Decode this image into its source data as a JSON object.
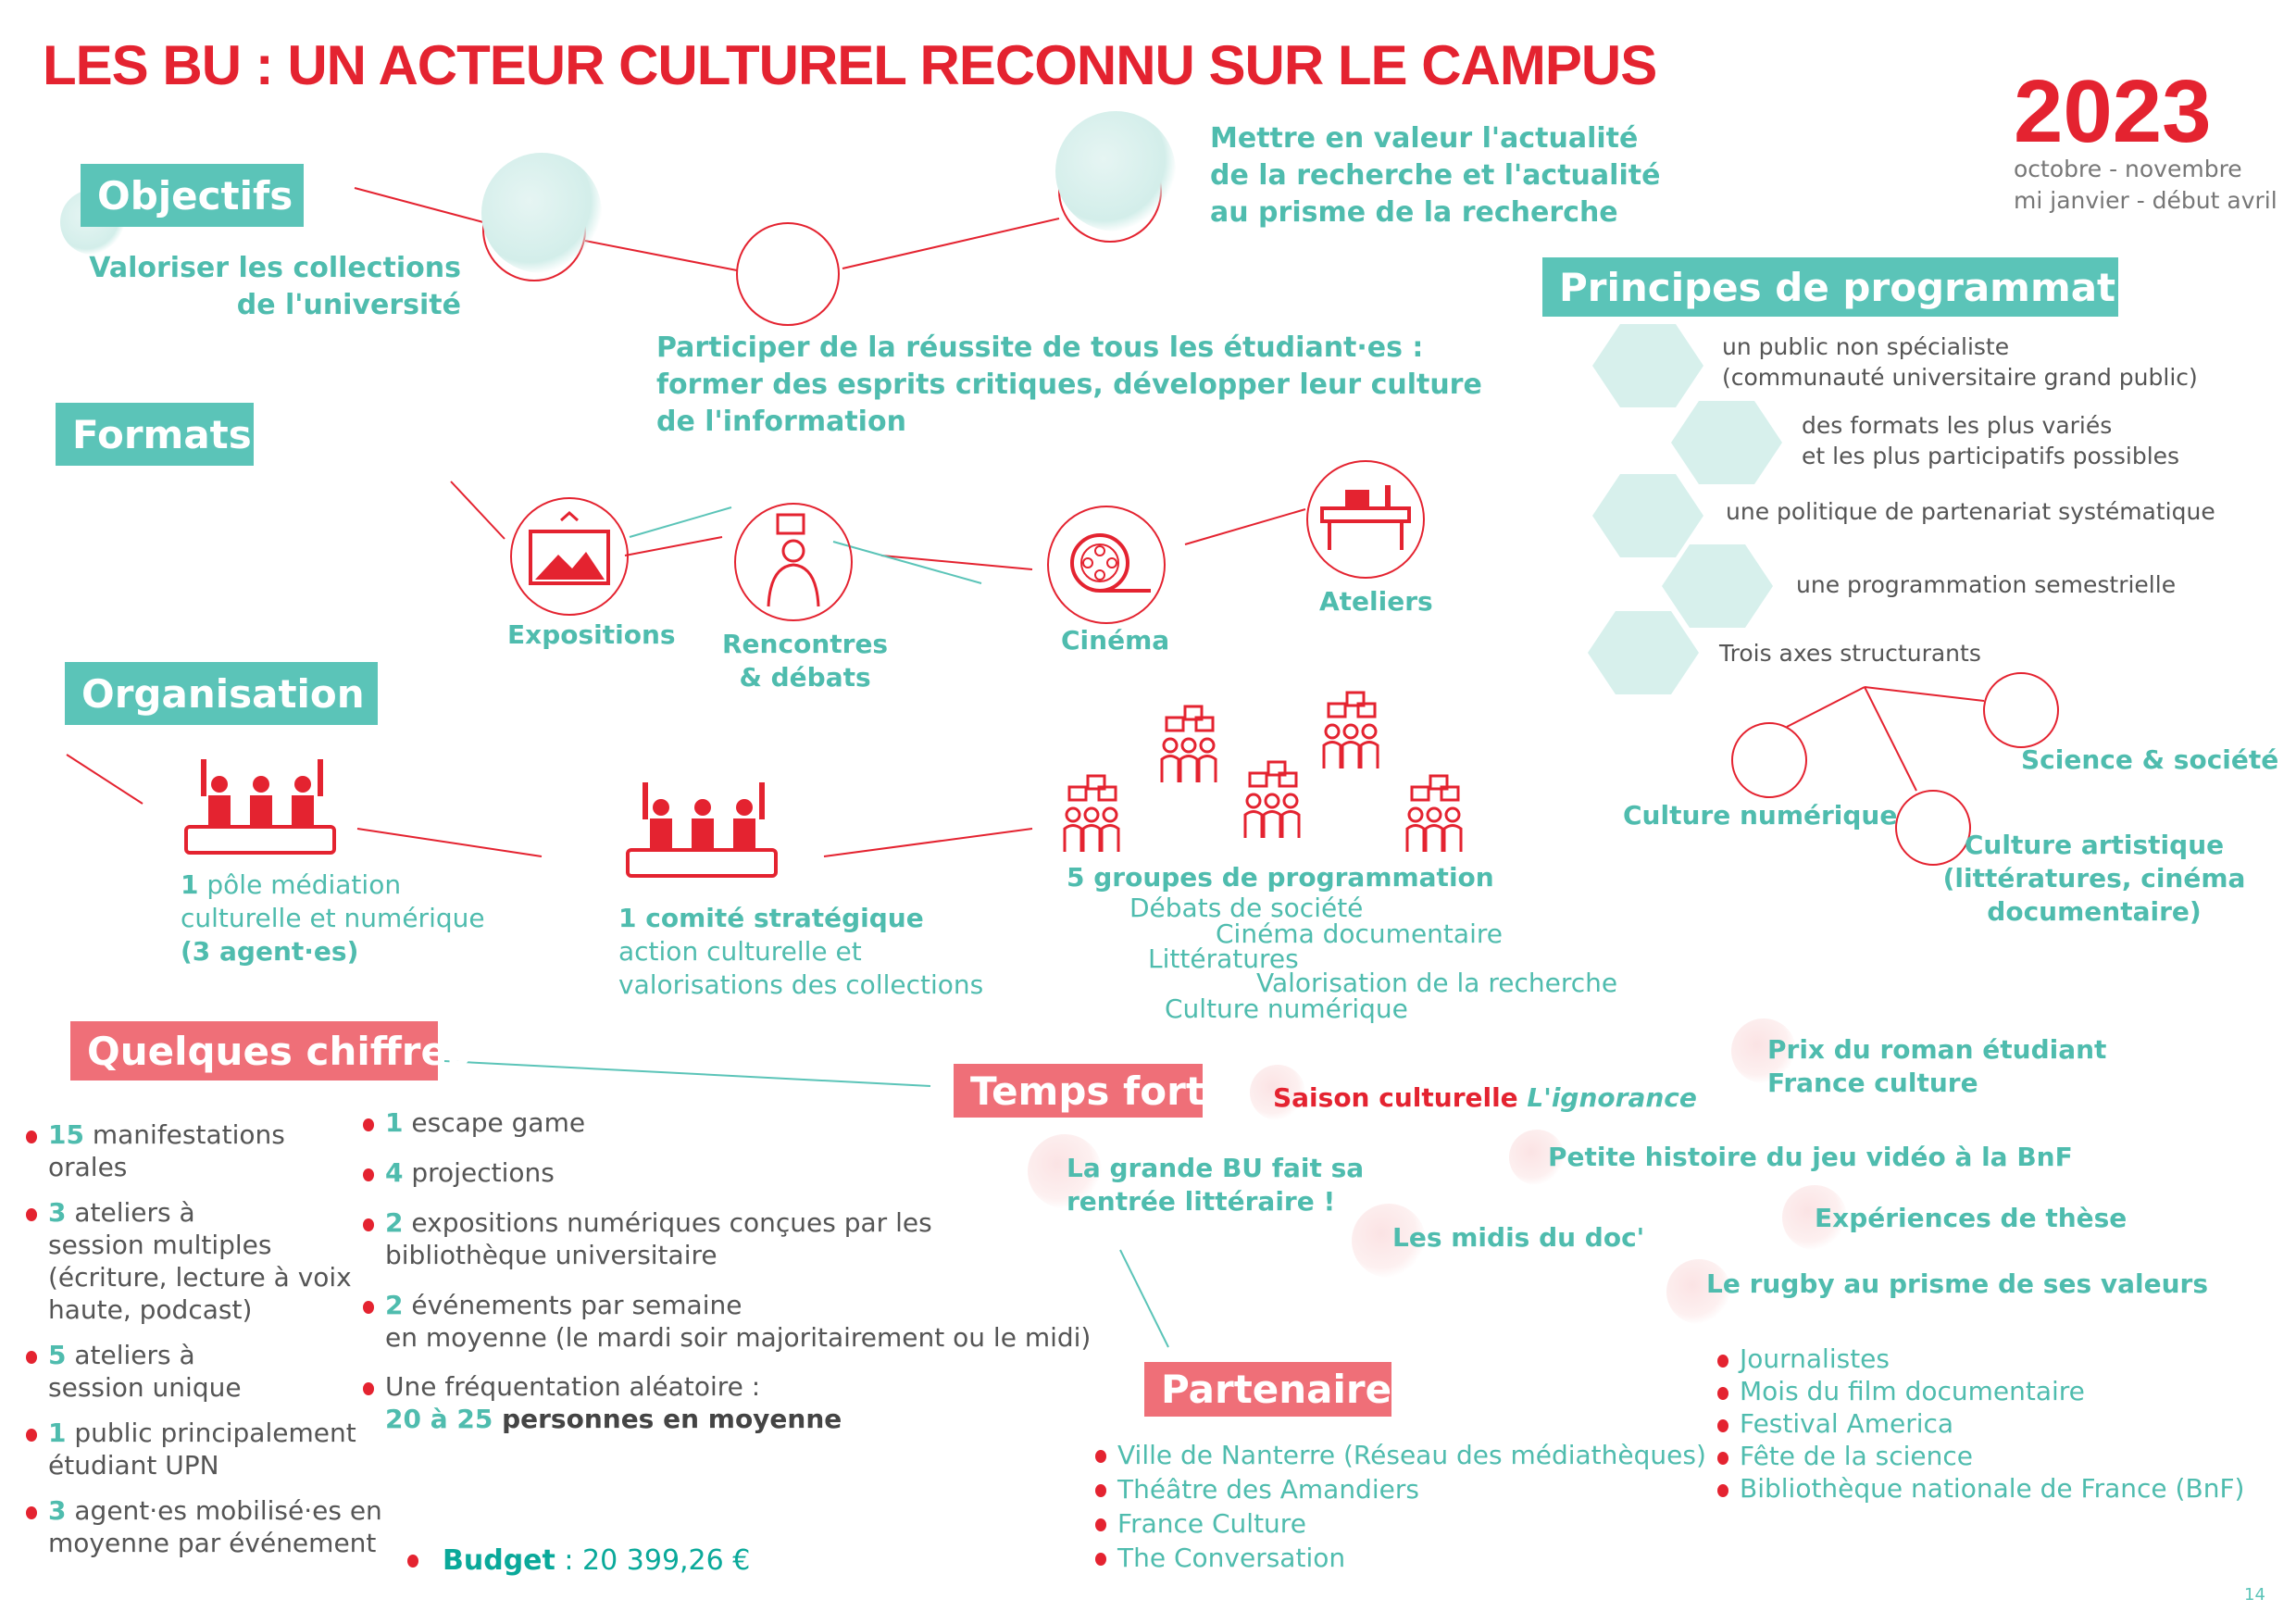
{
  "title": "LES BU : UN ACTEUR CULTUREL RECONNU SUR LE CAMPUS",
  "year": "2023",
  "periods": [
    "octobre - novembre",
    "mi janvier - début avril"
  ],
  "objectifs": {
    "heading": "Objectifs",
    "items": [
      "Valoriser les collections",
      "de l'université",
      "Participer de la réussite de tous les étudiant·es :",
      "former des esprits critiques, développer leur culture",
      "de l'information",
      "Mettre en valeur l'actualité",
      "de la recherche et l'actualité",
      "au prisme de la recherche"
    ]
  },
  "formats": {
    "heading": "Formats",
    "items": [
      "Expositions",
      "Rencontres",
      "& débats",
      "Cinéma",
      "Ateliers"
    ]
  },
  "organisation": {
    "heading": "Organisation",
    "pole": {
      "count": "1",
      "label": "pôle",
      "line2": "médiation",
      "line3": "culturelle et numérique",
      "line4": "(3 agent·es)"
    },
    "comite": {
      "line1": "1 comité stratégique",
      "line2": "action culturelle et",
      "line3": "valorisations des collections"
    },
    "groupes": {
      "title": "5 groupes de programmation",
      "items": [
        "Débats de société",
        "Cinéma documentaire",
        "Littératures",
        "Valorisation de la recherche",
        "Culture numérique"
      ]
    }
  },
  "principes": {
    "heading": "Principes de programmation",
    "items": [
      [
        "un public non spécialiste",
        "(communauté universitaire grand public)"
      ],
      [
        "des formats les plus variés",
        "et les plus participatifs possibles"
      ],
      [
        "une politique de partenariat systématique"
      ],
      [
        "une programmation semestrielle"
      ],
      [
        "Trois axes structurants"
      ]
    ],
    "axes": [
      "Science & société",
      "Culture numérique",
      "Culture artistique",
      "(littératures, cinéma",
      "documentaire)"
    ]
  },
  "chiffres": {
    "heading": "Quelques chiffres",
    "col1": [
      [
        "15",
        " manifestations",
        "orales"
      ],
      [
        "3",
        " ateliers à",
        "session multiples",
        "(écriture, lecture à voix",
        "haute, podcast)"
      ],
      [
        "5",
        " ateliers à",
        "session unique"
      ],
      [
        "1",
        " public principalement",
        "étudiant UPN"
      ],
      [
        "3",
        " agent·es mobilisé·es en",
        "moyenne par événement"
      ]
    ],
    "col2": [
      [
        "1",
        " escape game"
      ],
      [
        "4",
        " projections"
      ],
      [
        "2",
        " expositions numériques conçues par les",
        "bibliothèque universitaire"
      ],
      [
        "2",
        " événements par semaine",
        "en moyenne (le mardi soir majoritairement ou le midi)"
      ]
    ],
    "frequentation": {
      "label": "Une fréquentation aléatoire :",
      "range": "20 à 25",
      "suffix": " personnes en moyenne"
    },
    "budget": {
      "label": "Budget",
      "value": " : 20 399,26 €"
    }
  },
  "temps_forts": {
    "heading": "Temps forts",
    "saison": "Saison culturelle ",
    "saison_theme": "L'ignorance",
    "events": [
      "La grande BU fait sa",
      "rentrée littéraire !",
      "Les midis du doc'",
      "Petite histoire du jeu vidéo à la BnF",
      "Prix du roman étudiant",
      "France culture",
      "Expériences de thèse",
      "Le rugby au prisme de ses valeurs"
    ],
    "partners_right": [
      "Journalistes",
      "Mois du film documentaire",
      "Festival America",
      "Fête de la science",
      "Bibliothèque nationale de France (BnF)"
    ]
  },
  "partenaires": {
    "heading": "Partenaires",
    "items": [
      "Ville de Nanterre (Réseau des médiathèques)",
      "Théâtre des Amandiers",
      "France Culture",
      "The Conversation"
    ]
  },
  "page_number": "14",
  "colors": {
    "red": "#e42330",
    "teal": "#5bc4b8",
    "pink": "#ef6f78"
  }
}
